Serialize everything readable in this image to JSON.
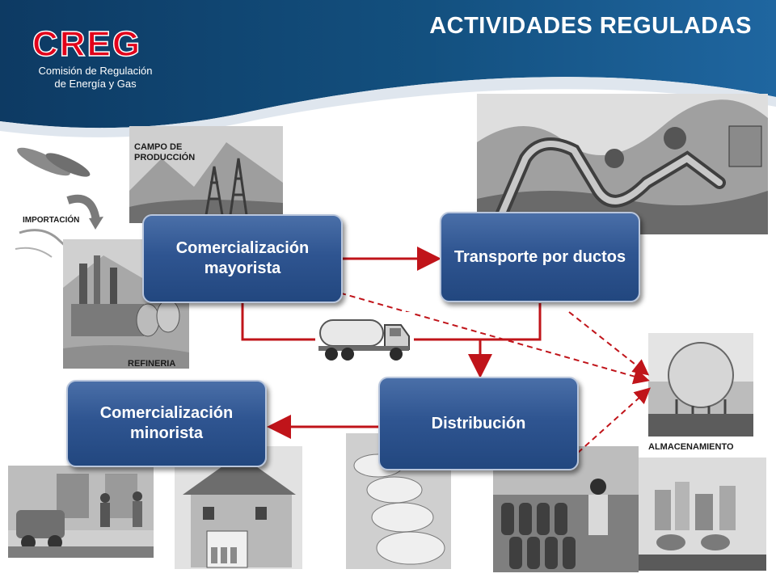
{
  "header": {
    "title": "ACTIVIDADES REGULADAS",
    "logo_text": "CREG",
    "logo_subtitle_line1": "Comisión de Regulación",
    "logo_subtitle_line2": "de Energía y Gas",
    "colors": {
      "band_dark": "#0d3a63",
      "band_light": "#1f66a0",
      "logo_red": "#e1001a"
    }
  },
  "photos": {
    "importacion_label": "IMPORTACIÓN",
    "campo_label_line1": "CAMPO DE",
    "campo_label_line2": "PRODUCCIÓN",
    "refineria_label": "REFINERIA",
    "almacenamiento_label": "ALMACENAMIENTO"
  },
  "nodes": {
    "mayorista": "Comercialización mayorista",
    "transporte": "Transporte por ductos",
    "distribucion": "Distribución",
    "minorista": "Comercialización minorista"
  },
  "colors": {
    "node_fill": "#2f5591",
    "arrow": "#c0141a"
  }
}
